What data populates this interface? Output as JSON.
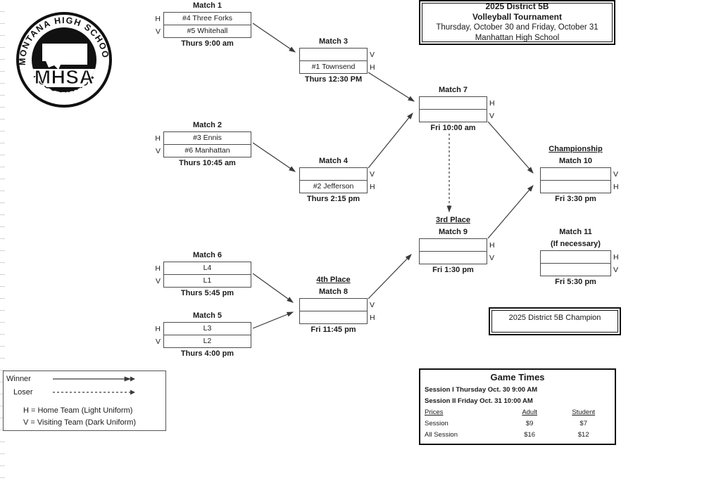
{
  "logo": {
    "ring_text_top": "MONTANA HIGH SCHOOL",
    "ring_text_bottom": "ASSOCIATION",
    "acronym": "MHSA"
  },
  "title_box": {
    "line1": "2025 District 5B",
    "line2": "Volleyball Tournament",
    "line3": "Thursday, October 30 and Friday, October 31",
    "line4": "Manhattan High School"
  },
  "matches": [
    {
      "title": "Match 1",
      "top_label": "H",
      "bottom_label": "V",
      "top_team": "#4 Three Forks",
      "bottom_team": "#5 Whitehall",
      "time": "Thurs 9:00 am"
    },
    {
      "title": "Match 2",
      "top_label": "H",
      "bottom_label": "V",
      "top_team": "#3 Ennis",
      "bottom_team": "#6 Manhattan",
      "time": "Thurs 10:45 am"
    },
    {
      "title": "Match 3",
      "top_label": "V",
      "bottom_label": "H",
      "top_team": "",
      "bottom_team": "#1 Townsend",
      "time": "Thurs 12:30 PM"
    },
    {
      "title": "Match 4",
      "top_label": "V",
      "bottom_label": "H",
      "top_team": "",
      "bottom_team": "#2 Jefferson",
      "time": "Thurs 2:15 pm"
    },
    {
      "title": "Match 5",
      "top_label": "H",
      "bottom_label": "V",
      "top_team": "L3",
      "bottom_team": "L2",
      "time": "Thurs 4:00 pm"
    },
    {
      "title": "Match 6",
      "top_label": "H",
      "bottom_label": "V",
      "top_team": "L4",
      "bottom_team": "L1",
      "time": "Thurs 5:45 pm"
    },
    {
      "title": "Match 7",
      "top_label": "H",
      "bottom_label": "V",
      "top_team": "",
      "bottom_team": "",
      "time": "Fri 10:00 am"
    },
    {
      "heading": "4th Place",
      "title": "Match 8",
      "top_label": "V",
      "bottom_label": "H",
      "top_team": "",
      "bottom_team": "",
      "time": "Fri 11:45 pm"
    },
    {
      "heading": "3rd Place",
      "title": "Match 9",
      "top_label": "H",
      "bottom_label": "V",
      "top_team": "",
      "bottom_team": "",
      "time": "Fri 1:30 pm"
    },
    {
      "heading": "Championship",
      "title": "Match 10",
      "top_label": "V",
      "bottom_label": "H",
      "top_team": "",
      "bottom_team": "",
      "time": "Fri 3:30 pm"
    },
    {
      "title": "Match 11",
      "subtitle": "(If necessary)",
      "top_label": "H",
      "bottom_label": "V",
      "top_team": "",
      "bottom_team": "",
      "time": "Fri 5:30 pm"
    }
  ],
  "legend": {
    "winner_label": "Winner",
    "loser_label": "Loser",
    "h_definition": "H =  Home Team (Light Uniform)",
    "v_definition": "V =  Visiting Team (Dark Uniform)"
  },
  "champion_box": {
    "text": "2025 District 5B Champion"
  },
  "game_times": {
    "title": "Game Times",
    "session1": "Session I Thursday Oct. 30 9:00 AM",
    "session2": "Session II Friday Oct. 31 10:00 AM",
    "columns": [
      "Prices",
      "Adult",
      "Student"
    ],
    "rows": [
      [
        "Session",
        "$9",
        "$7"
      ],
      [
        "All Session",
        "$16",
        "$12"
      ]
    ]
  },
  "colors": {
    "box_border": "#4d4d4d",
    "arrow": "#3a3a3a",
    "text": "#1a1a1a",
    "grid_tick": "#c9c9c9",
    "background": "#ffffff"
  }
}
